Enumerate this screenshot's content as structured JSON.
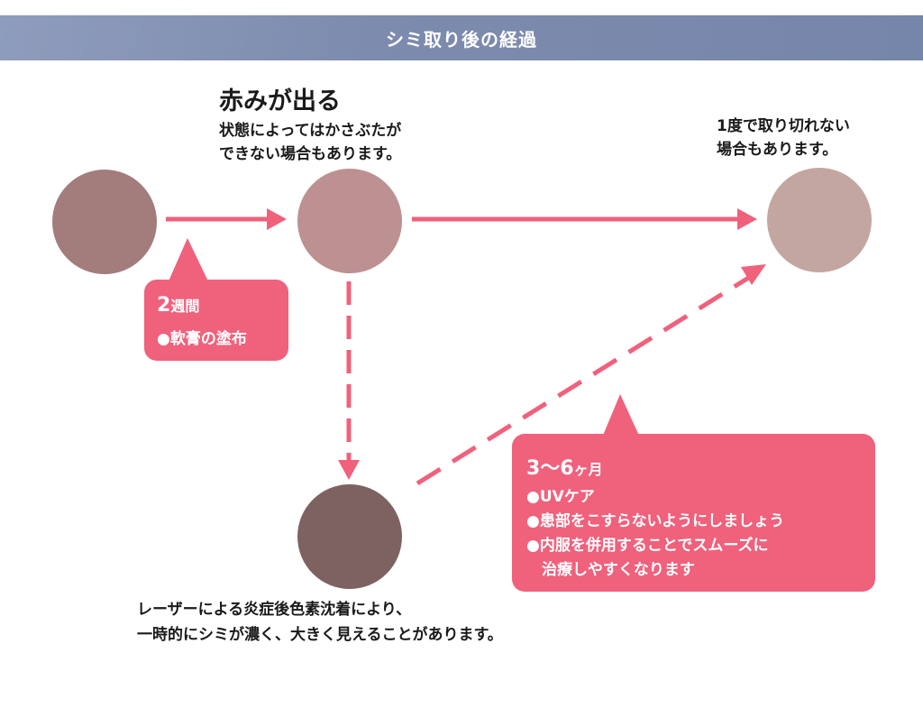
{
  "header": {
    "title": "シミ取り後の経過"
  },
  "stages": {
    "redness": {
      "title": "赤みが出る",
      "note_lines": [
        "状態によってはかさぶたが",
        "できない場合もあります。"
      ]
    },
    "not_removed": {
      "note_lines": [
        "1度で取り切れない",
        "場合もあります。"
      ]
    },
    "darkening": {
      "note_lines": [
        "レーザーによる炎症後色素沈着により、",
        "一時的にシミが濃く、大きく見えることがあります。"
      ]
    }
  },
  "callouts": {
    "two_weeks": {
      "duration_number": "2",
      "duration_unit": "週間",
      "items": [
        "●軟膏の塗布"
      ]
    },
    "months": {
      "duration_number": "3〜6",
      "duration_unit": "ヶ月",
      "items": [
        "●UVケア",
        "●患部をこすらないようにしましょう",
        "●内服を併用することでスムーズに",
        "　治療しやすくなります"
      ]
    }
  },
  "colors": {
    "header": "#7d8bae",
    "arrow": "#f0617c",
    "callout": "#f0617c",
    "spot_initial": "#a27d7c",
    "spot_redness": "#bd9191",
    "spot_faded": "#c4a6a0",
    "spot_dark": "#7e6262"
  }
}
